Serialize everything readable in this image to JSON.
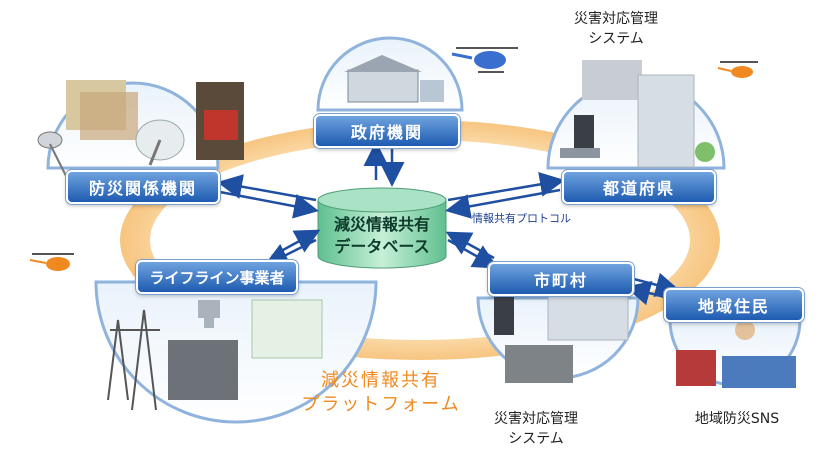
{
  "nodes": {
    "government": "政府機関",
    "disaster_agencies": "防災関係機関",
    "prefectures": "都道府県",
    "lifeline": "ライフライン事業者",
    "municipalities": "市町村",
    "residents": "地域住民"
  },
  "database": {
    "line1": "減災情報共有",
    "line2": "データベース"
  },
  "protocol_label": "情報共有プロトコル",
  "platform": {
    "line1": "減災情報共有",
    "line2": "プラットフォーム"
  },
  "captions": {
    "top_system_line1": "災害対応管理",
    "top_system_line2": "システム",
    "bottom_system_line1": "災害対応管理",
    "bottom_system_line2": "システム",
    "sns": "地域防災SNS"
  },
  "colors": {
    "platform_ring": "#fbd9a6",
    "node_blue": "#2a64b8",
    "arrow_blue": "#1f4fa0",
    "db_green": "#8fd1ae",
    "platform_text": "#f08a20"
  }
}
